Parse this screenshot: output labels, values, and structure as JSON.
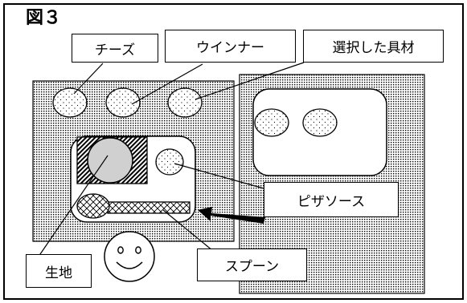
{
  "figure": {
    "title": "図３"
  },
  "labels": {
    "cheese": "チーズ",
    "wiener": "ウインナー",
    "selected_ingredients": "選択した具材",
    "pizza_sauce": "ピザソース",
    "dough": "生地",
    "spoon": "スプーン"
  },
  "colors": {
    "ink": "#000000",
    "paper": "#ffffff",
    "dough_fill": "#d0d0d0",
    "tray_dot": "#000000"
  }
}
